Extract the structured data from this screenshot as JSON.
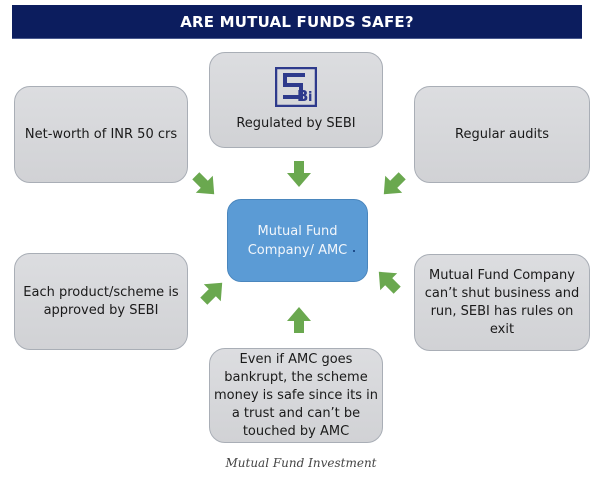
{
  "header": {
    "title": "ARE MUTUAL FUNDS SAFE?"
  },
  "center": {
    "lines": [
      "Mutual Fund",
      "Company/ AMC"
    ]
  },
  "boxes": {
    "top": {
      "logo": "SEBi",
      "label": "Regulated by SEBI"
    },
    "top_left": {
      "lines": [
        "Net-worth of INR 50 crs"
      ]
    },
    "top_right": {
      "lines": [
        "Regular audits"
      ]
    },
    "bottom_left": {
      "lines": [
        "Each product/scheme is",
        "approved by SEBI"
      ]
    },
    "bottom_right": {
      "lines": [
        "Mutual Fund Company",
        "can’t shut business and",
        "run, SEBI has rules on",
        "exit"
      ]
    },
    "bottom": {
      "lines": [
        "Even if AMC goes",
        "bankrupt, the scheme",
        "money is safe since its in",
        "a trust and can’t be",
        "touched by AMC"
      ]
    }
  },
  "caption": "Mutual Fund Investment",
  "colors": {
    "header_bg": "#0c1d5e",
    "center_bg": "#5b9bd5",
    "box_bg": "#d6d7da",
    "arrow": "#6aa84f",
    "logo": "#2e3a8c"
  }
}
